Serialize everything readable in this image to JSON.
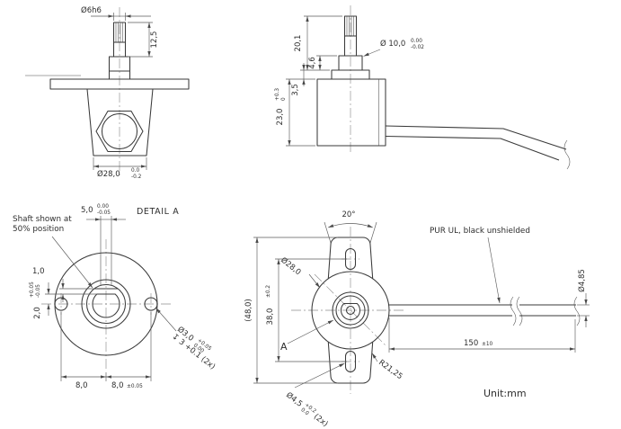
{
  "drawing": {
    "unit_note": "Unit:mm",
    "front_view": {
      "shaft_dia": "Ø6h6",
      "shaft_length": "12,5",
      "body_dia": "Ø28,0",
      "body_dia_tol_up": "0.0",
      "body_dia_tol_dn": "-0.2"
    },
    "side_view": {
      "shaft_total": "20,1",
      "collar_height": "4,6",
      "bush_dia": "Ø 10,0",
      "bush_dia_tol_up": "0.00",
      "bush_dia_tol_dn": "-0.02",
      "flange_thickness": "3,5",
      "body_depth": "23,0",
      "body_depth_tol_up": "+0.3",
      "body_depth_tol_dn": "0"
    },
    "detail_view": {
      "title": "DETAIL A",
      "note_line1": "Shaft shown at",
      "note_line2": "50% position",
      "flat_width": "5,0",
      "flat_width_tol_up": "0.00",
      "flat_width_tol_dn": "-0.05",
      "step_height": "1,0",
      "flat_depth": "2,0",
      "flat_depth_tol_up": "+0.05",
      "flat_depth_tol_dn": "-0.05",
      "hole_pitch_left": "8,0",
      "hole_pitch_right": "8,0",
      "hole_pitch_right_tol": "±0.05",
      "hole_dia": "Ø3,0",
      "hole_dia_tol_up": "+0.05",
      "hole_dia_tol_dn": "0.00",
      "hole_depth_note": "↧ 3 +0.1 (2x)"
    },
    "top_view": {
      "taper_angle": "20°",
      "boss_dia": "Ø28,0",
      "slot_pitch": "38,0",
      "slot_pitch_tol": "±0.2",
      "overall_length": "(48,0)",
      "detail_marker": "A",
      "corner_radius": "R21,25",
      "slot_width": "Ø4,5",
      "slot_width_tol_up": "+0.2",
      "slot_width_tol_dn": "0.0",
      "slot_count": "(2x)",
      "cable_note": "PUR UL, black unshielded",
      "cable_length": "150",
      "cable_length_tol": "±10",
      "cable_dia": "Ø4,85"
    }
  }
}
